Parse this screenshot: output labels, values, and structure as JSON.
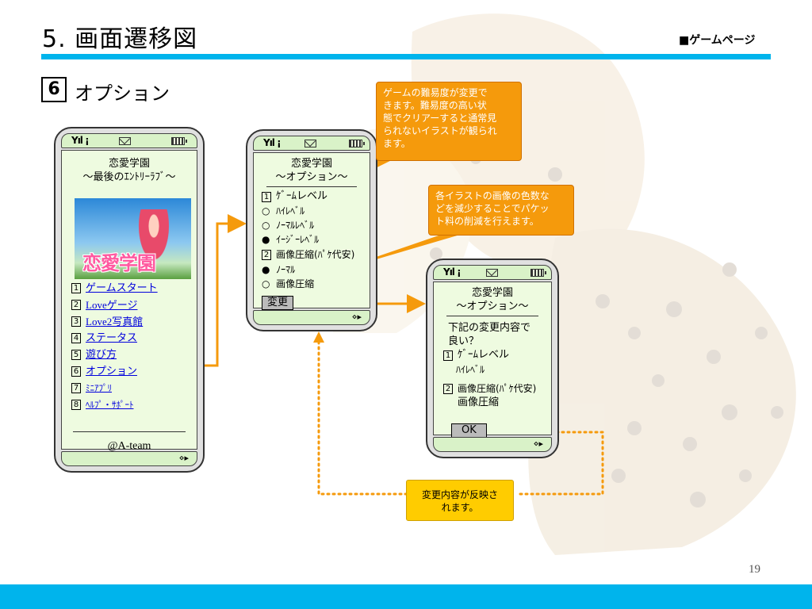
{
  "slide": {
    "title": "5. 画面遷移図",
    "section_tag": "■ゲームページ",
    "page_number": "19"
  },
  "section": {
    "number": "6",
    "heading": "オプション"
  },
  "phone1": {
    "title_line1": "恋愛学園",
    "title_line2": "～最後のｴﾝﾄﾘｰﾗﾌﾞ～",
    "logo_text": "恋愛学園",
    "menu": [
      {
        "num": "1",
        "label": "ゲームスタート"
      },
      {
        "num": "2",
        "label": "Loveゲージ"
      },
      {
        "num": "3",
        "label": "Love2写真館"
      },
      {
        "num": "4",
        "label": "ステータス"
      },
      {
        "num": "5",
        "label": "遊び方"
      },
      {
        "num": "6",
        "label": "オプション"
      },
      {
        "num": "7",
        "label": "ﾐﾆｱﾌﾟﾘ"
      },
      {
        "num": "8",
        "label": "ﾍﾙﾌﾟ・ｻﾎﾟｰﾄ"
      }
    ],
    "footer": "@A-team"
  },
  "phone2": {
    "title_line1": "恋愛学園",
    "title_line2": "～オプション～",
    "group1_num": "1",
    "group1_label": "ｹﾞｰﾑレベル",
    "group1_options": [
      {
        "mark": "○",
        "label": "ﾊｲﾚﾍﾞﾙ"
      },
      {
        "mark": "○",
        "label": "ﾉｰﾏﾙﾚﾍﾞﾙ"
      },
      {
        "mark": "●",
        "label": "ｲｰｼﾞｰﾚﾍﾞﾙ"
      }
    ],
    "group2_num": "2",
    "group2_label": "画像圧縮(ﾊﾟｹ代安)",
    "group2_options": [
      {
        "mark": "●",
        "label": "ﾉｰﾏﾙ"
      },
      {
        "mark": "○",
        "label": "画像圧縮"
      }
    ],
    "button": "変更"
  },
  "phone3": {
    "title_line1": "恋愛学園",
    "title_line2": "～オプション～",
    "confirm_line1": "下記の変更内容で",
    "confirm_line2": "良い？",
    "item1_num": "1",
    "item1_label": "ｹﾞｰﾑレベル",
    "item1_value": "ﾊｲﾚﾍﾞﾙ",
    "item2_num": "2",
    "item2_label": "画像圧縮(ﾊﾟｹ代安)",
    "item2_value": "画像圧縮",
    "button": "OK"
  },
  "callouts": {
    "difficulty": [
      "ゲームの難易度が変更で",
      "きます。難易度の高い状",
      "態でクリアーすると通常見",
      "られないイラストが観られ",
      "ます。"
    ],
    "compression": [
      "各イラストの画像の色数な",
      "どを減少することでパケッ",
      "ト料の削減を行えます。"
    ],
    "reflect": [
      "変更内容が反映さ",
      "れます。"
    ]
  },
  "colors": {
    "accent_blue": "#00b4ec",
    "arrow_orange": "#f59a0c",
    "screen_green": "#eefbe0"
  }
}
